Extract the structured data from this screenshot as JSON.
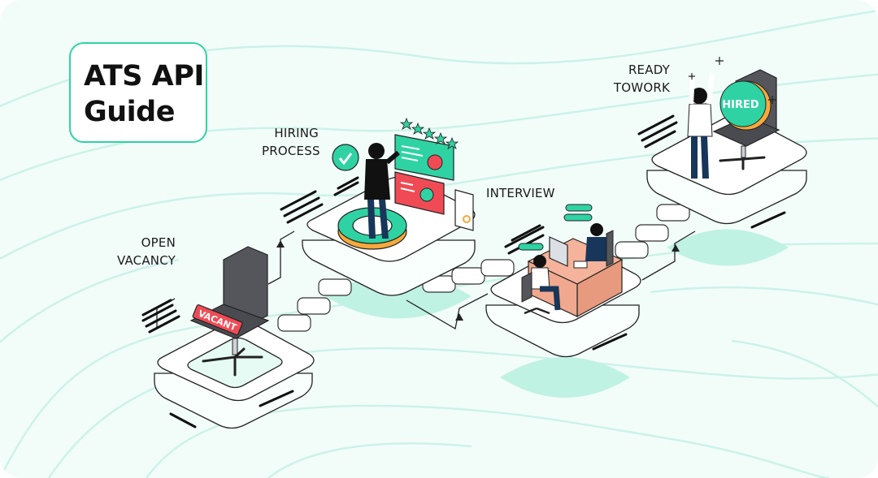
{
  "title": {
    "line1": "ATS API",
    "line2": "Guide"
  },
  "stages": [
    {
      "id": "open-vacancy",
      "label_line1": "OPEN",
      "label_line2": "VACANCY",
      "badge": "VACANT"
    },
    {
      "id": "hiring-process",
      "label_line1": "HIRING",
      "label_line2": "PROCESS",
      "rating_stars": 5
    },
    {
      "id": "interview",
      "label_line1": "INTERVIEW"
    },
    {
      "id": "ready-to-work",
      "label_line1": "READY",
      "label_line2": "TOWORK",
      "badge": "HIRED"
    }
  ],
  "colors": {
    "background": "#f2fdfa",
    "accent_green": "#2fd3a3",
    "mint_shadow": "#bff2e2",
    "vacant_red": "#f04b55",
    "desk_peach": "#f4b39a",
    "chair_dark": "#55565c",
    "suit_navy": "#17365a",
    "ring_orange": "#f6a93b"
  }
}
